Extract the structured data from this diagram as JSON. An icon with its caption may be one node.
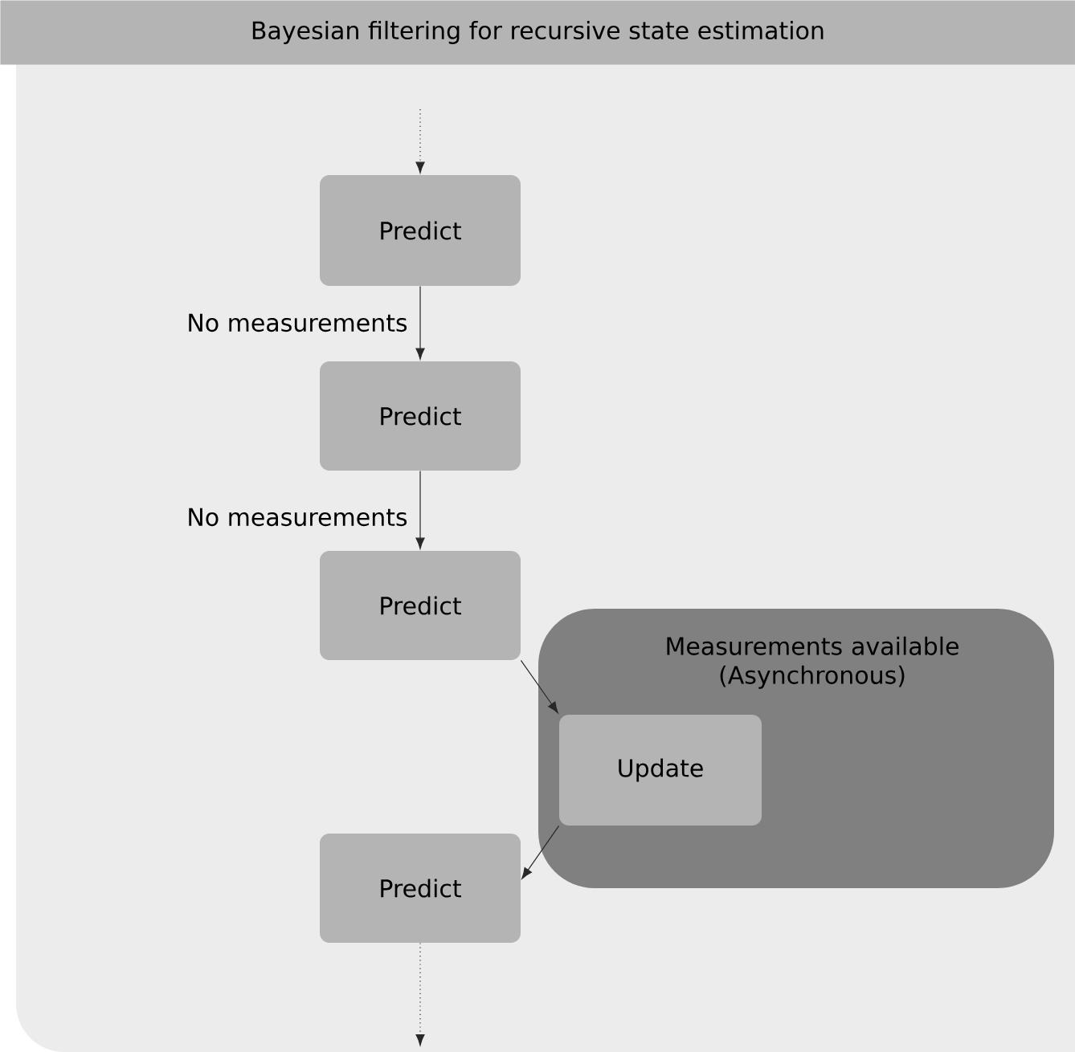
{
  "diagram": {
    "title": "Bayesian filtering for recursive state estimation",
    "nodes": [
      {
        "text": [
          "Predict"
        ]
      },
      {
        "text": [
          "Predict"
        ]
      },
      {
        "text": [
          "Predict"
        ]
      },
      {
        "text": [
          "Measurements available (Asynchronous)"
        ]
      },
      {
        "text": [
          "Update"
        ],
        "in": 3
      },
      {
        "text": [
          "Predict"
        ]
      }
    ],
    "edges": [
      {
        "from": null,
        "to": 0,
        "arrow": "to",
        "style": "dashed"
      },
      {
        "from": 0,
        "to": 1,
        "arrow": "to",
        "label": "No measurements"
      },
      {
        "from": 1,
        "to": 2,
        "arrow": "to",
        "label": "No measurements"
      },
      {
        "from": 2,
        "to": 4,
        "arrow": "to"
      },
      {
        "from": 4,
        "to": 5,
        "arrow": "to"
      },
      {
        "from": 5,
        "to": null,
        "arrow": "to",
        "style": "dashed"
      }
    ]
  }
}
